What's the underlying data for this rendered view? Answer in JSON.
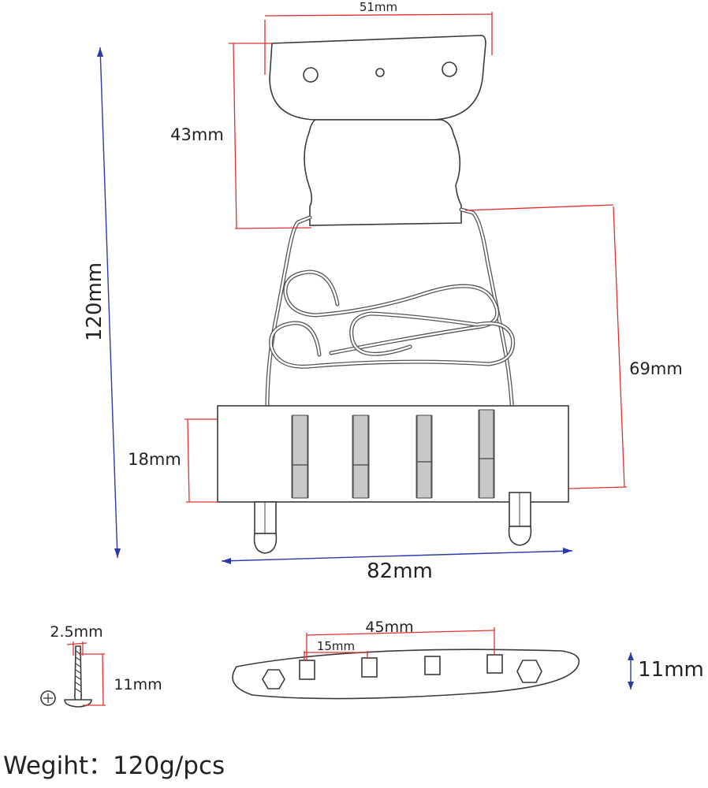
{
  "dimensions": {
    "top_width": "51mm",
    "top_height": "43mm",
    "total_length": "120mm",
    "spring_height": "69mm",
    "base_height": "18mm",
    "base_width": "82mm",
    "screw_diameter": "2.5mm",
    "screw_length": "11mm",
    "saddle_span": "45mm",
    "saddle_pitch": "15mm",
    "side_height": "11mm"
  },
  "weight_label": "Wegiht：120g/pcs",
  "colors": {
    "dimension_red": "#e03030",
    "dimension_blue": "#2a3aa8",
    "saddle_gray": "#c8c8c8"
  }
}
